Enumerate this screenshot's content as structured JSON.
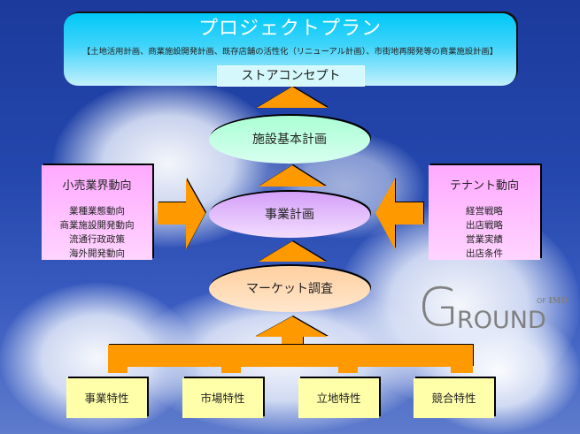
{
  "banner": {
    "title": "プロジェクトプラン",
    "subtitle": "【土地活用計画、商業施設開発計画、既存店舗の活性化（リニューアル計画）、市街地再開発等の商業施設計画】",
    "concept": "ストアコンセプト"
  },
  "flow": {
    "top": "施設基本計画",
    "middle": "事業計画",
    "bottom": "マーケット調査"
  },
  "left_box": {
    "title": "小売業界動向",
    "items": [
      "業種業態動向",
      "商業施設開発動向",
      "流通行政政策",
      "海外開発動向"
    ]
  },
  "right_box": {
    "title": "テナント動向",
    "items": [
      "経営戦略",
      "出店戦略",
      "営業実績",
      "出店条件"
    ]
  },
  "characteristics": [
    "事業特性",
    "市場特性",
    "立地特性",
    "競合特性"
  ],
  "logo": {
    "big": "G",
    "rest": "ROUND",
    "of": "OF",
    "imd": "IMD"
  },
  "colors": {
    "arrow": "#ff9900",
    "banner_top": "#00c8f8",
    "ellipse_top": "#aaffd4",
    "ellipse_middle": "#d8a8f8",
    "ellipse_bottom": "#ffd9a8",
    "side_box": "#ffaaff",
    "char_box": "#ffffaa"
  }
}
